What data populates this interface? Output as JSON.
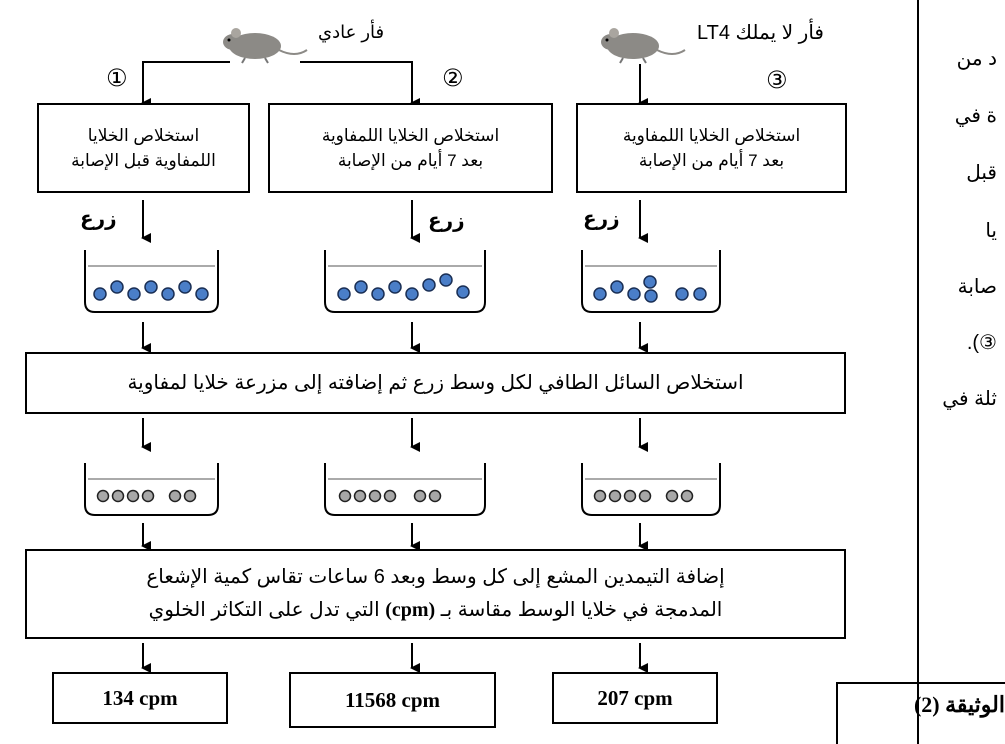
{
  "mice": {
    "normal_label": "فأر عادي",
    "knockout_label": "فأر لا يملك LT4"
  },
  "step_numbers": [
    "①",
    "②",
    "③"
  ],
  "extraction_boxes": [
    {
      "line1": "استخلاص الخلايا",
      "line2": "اللمفاوية قبل الإصابة"
    },
    {
      "line1": "استخلاص الخلايا اللمفاوية",
      "line2": "بعد 7 أيام من الإصابة"
    },
    {
      "line1": "استخلاص الخلايا اللمفاوية",
      "line2": "بعد 7 أيام من الإصابة"
    }
  ],
  "culture_label": "زرع",
  "supernatant_step": "استخلاص السائل الطافي لكل وسط زرع ثم إضافته إلى مزرعة خلايا لمفاوية",
  "thymidine_step": {
    "line1": "إضافة التيمدين المشع إلى كل وسط وبعد 6 ساعات تقاس كمية الإشعاع",
    "line2_before": "المدمجة في خلايا الوسط مقاسة بـ ",
    "line2_unit": "(cpm)",
    "line2_after": " التي تدل على التكاثر الخلوي"
  },
  "results": [
    {
      "value": "134",
      "unit": "cpm"
    },
    {
      "value": "11568",
      "unit": "cpm"
    },
    {
      "value": "207",
      "unit": "cpm"
    }
  ],
  "document_label": "الوثيقة (2)",
  "side_text": [
    "د من",
    "ة في",
    "قبل",
    "يا",
    "صابة",
    "③).",
    "ثلة في"
  ],
  "colors": {
    "cell_blue": "#4a7ec8",
    "cell_grey": "#a8a8a8"
  }
}
